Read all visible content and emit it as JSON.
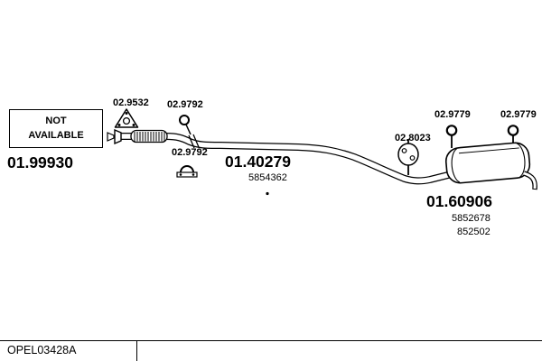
{
  "diagram": {
    "background": "#ffffff",
    "line_color": "#000000",
    "not_available": {
      "line1": "NOT",
      "line2": "AVAILABLE",
      "part_number": "01.99930"
    },
    "component_labels": {
      "flange_gasket": "02.9532",
      "clamp_front": "02.9792",
      "clamp_mid": "02.9792",
      "hanger_mid": "02.8023",
      "hanger_rear_left": "02.9779",
      "hanger_rear_right": "02.9779"
    },
    "parts": {
      "centre_pipe": {
        "number": "01.40279",
        "oe_ref": "5854362"
      },
      "rear_silencer": {
        "number": "01.60906",
        "oe_refs": [
          "5852678",
          "852502"
        ]
      }
    },
    "footer_code": "OPEL03428A",
    "icons": {
      "flange_gasket": "triangle-gasket-icon",
      "clamp": "pipe-clamp-icon",
      "hanger": "rubber-hanger-icon"
    }
  }
}
